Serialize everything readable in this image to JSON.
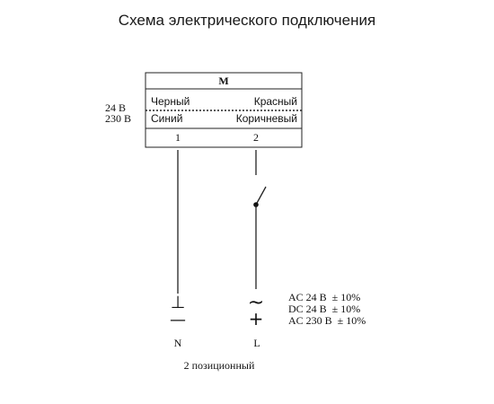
{
  "title": "Схема электрического подключения",
  "motor": {
    "label": "M",
    "wire_left_top": "Черный",
    "wire_right_top": "Красный",
    "wire_left_bottom": "Синий",
    "wire_right_bottom": "Коричневый",
    "terminal_1": "1",
    "terminal_2": "2"
  },
  "voltage_labels": [
    "24 В",
    "230 В"
  ],
  "symbols": {
    "ground": "⊥",
    "minus": "—",
    "ac": "~",
    "plus": "+"
  },
  "supply_options": [
    "AC 24 В  ± 10%",
    "DC 24 В  ± 10%",
    "AC 230 В  ± 10%"
  ],
  "terminals": {
    "neutral": "N",
    "line": "L"
  },
  "caption": "2 позиционный"
}
